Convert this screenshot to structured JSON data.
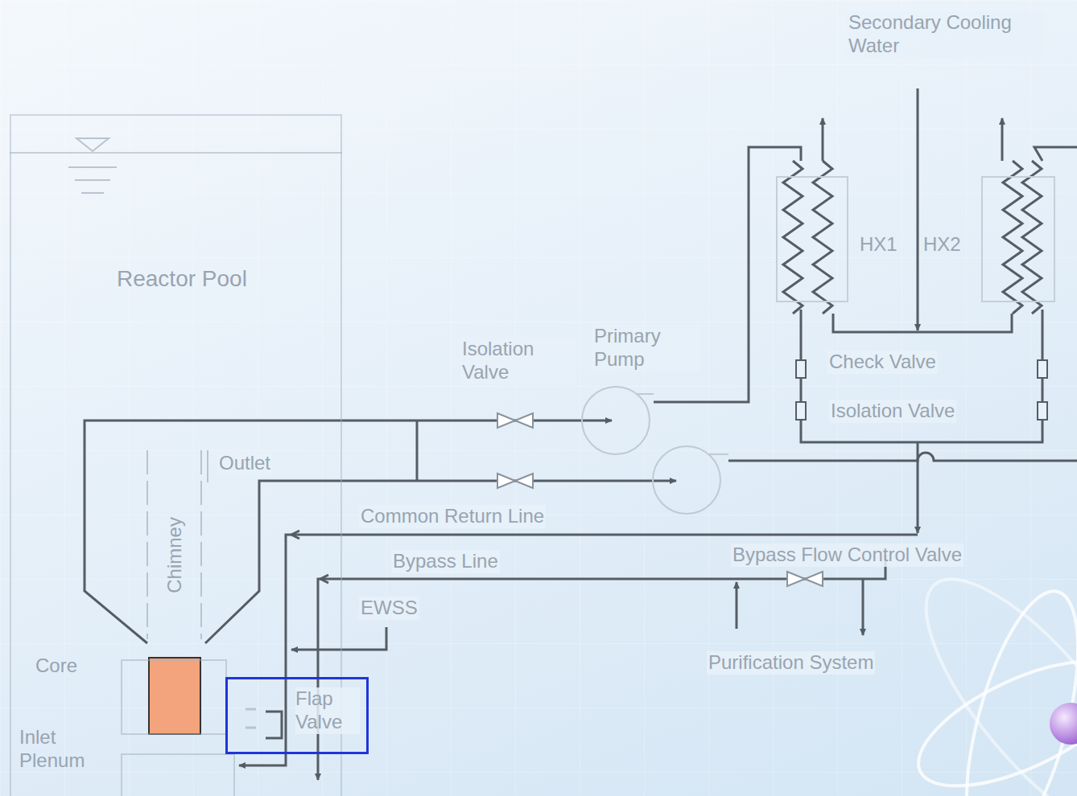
{
  "diagram": {
    "nodes": [
      {
        "text": [
          "Reactor Pool"
        ]
      },
      {
        "text": [
          "Core"
        ],
        "in": 0
      },
      {
        "text": [
          "Inlet Plenum"
        ],
        "in": 0
      },
      {
        "text": [
          "Flap Valve"
        ]
      },
      {
        "text": [
          "HX1"
        ]
      },
      {
        "text": [
          "HX2"
        ]
      }
    ],
    "labels": [
      "Secondary Cooling Water",
      "Isolation Valve",
      "Primary Pump",
      "Check Valve",
      "Isolation Valve",
      "Outlet",
      "Chimney",
      "Common Return Line",
      "Bypass Line",
      "Bypass Flow Control Valve",
      "EWSS",
      "Purification System"
    ]
  }
}
